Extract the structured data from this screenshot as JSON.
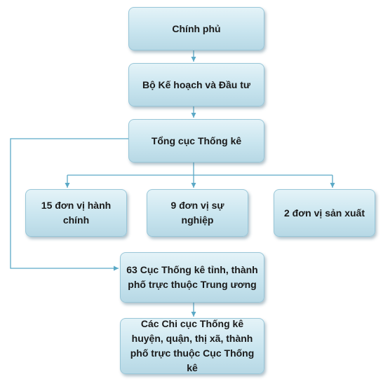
{
  "diagram": {
    "nodes": {
      "chinh_phu": "Chính phủ",
      "bo_khdt": "Bộ Kế hoạch và Đầu tư",
      "tong_cuc": "Tổng cục Thống kê",
      "don_vi_hanh_chinh": "15 đơn vị hành chính",
      "don_vi_su_nghiep": "9 đơn vị sự nghiệp",
      "don_vi_san_xuat": "2 đơn vị sản xuất",
      "cuc_thong_ke_tinh": "63 Cục Thống kê tỉnh, thành phố trực thuộc Trung ương",
      "chi_cuc": "Các Chi cục Thống kê huyện, quận, thị xã, thành phố trực thuộc Cục Thống kê"
    },
    "colors": {
      "connector": "#5aa9c6",
      "box_border": "#98c6d8",
      "box_fill": "#c9e5ef"
    }
  }
}
